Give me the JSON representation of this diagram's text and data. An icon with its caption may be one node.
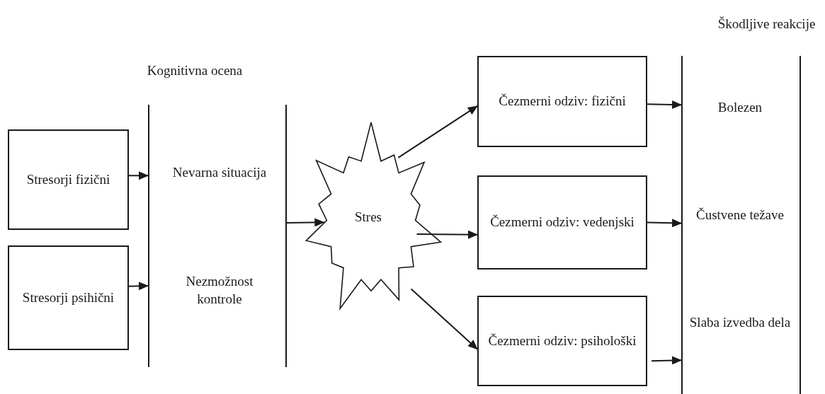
{
  "diagram": {
    "nodes": [
      {
        "text": [
          "Stresorji fizični"
        ]
      },
      {
        "text": [
          "Stresorji psihični"
        ]
      },
      {
        "text": [],
        "shape": "bar"
      },
      {
        "text": [],
        "shape": "bar"
      },
      {
        "text": [
          "Stres"
        ]
      },
      {
        "text": [
          "Čezmerni odziv: fizični"
        ]
      },
      {
        "text": [
          "Čezmerni odziv: vedenjski"
        ]
      },
      {
        "text": [
          "Čezmerni odziv: psihološki"
        ]
      },
      {
        "text": [],
        "shape": "bar"
      },
      {
        "text": [],
        "shape": "bar"
      }
    ],
    "edges": [
      {
        "from": 0,
        "to": 2,
        "arrow": "to"
      },
      {
        "from": 1,
        "to": 2,
        "arrow": "to"
      },
      {
        "from": 3,
        "to": 4,
        "arrow": "to"
      },
      {
        "from": 4,
        "to": 5,
        "arrow": "to"
      },
      {
        "from": 4,
        "to": 6,
        "arrow": "to"
      },
      {
        "from": 4,
        "to": 7,
        "arrow": "to"
      },
      {
        "from": 5,
        "to": 8,
        "arrow": "to"
      },
      {
        "from": 6,
        "to": 8,
        "arrow": "to"
      },
      {
        "from": 7,
        "to": 8,
        "arrow": "to"
      }
    ],
    "labels": [
      "Škodljive reakcije",
      "Kognitivna ocena",
      "Nevarna situacija",
      "Nezmožnost kontrole",
      "Bolezen",
      "Čustvene težave",
      "Slaba izvedba dela"
    ]
  }
}
